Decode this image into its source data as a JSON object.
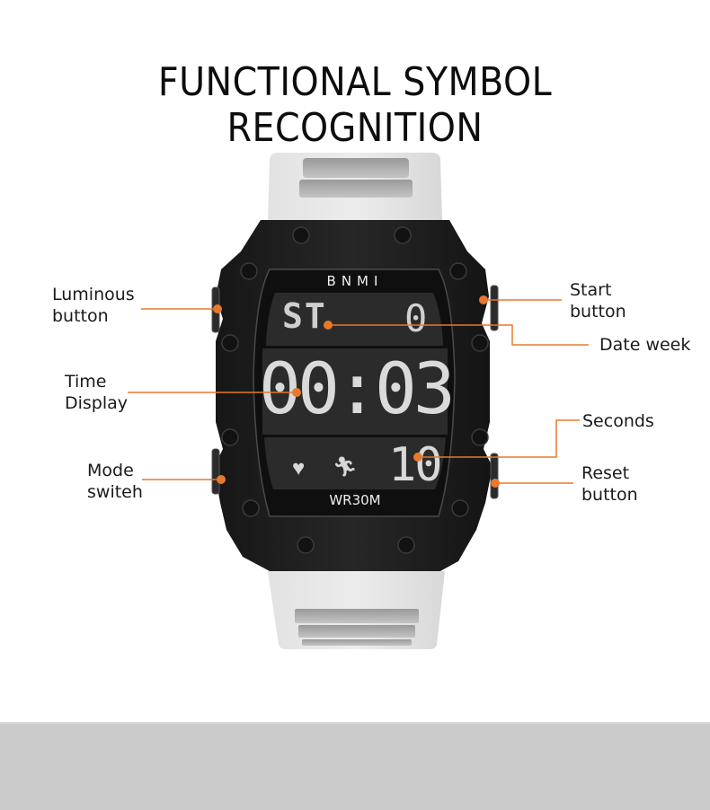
{
  "header": {
    "title": "FUNCTIONAL SYMBOL RECOGNITION"
  },
  "colors": {
    "accent": "#E8782E",
    "case": "#1e1e1e",
    "strap": "#dcdcdc",
    "lcd_bg": "#2a2a2a",
    "lcd_segment": "#d9d9d9",
    "band": "#cbcbcb"
  },
  "watch": {
    "brand": "BNMI",
    "water_resistance": "WR30M",
    "display": {
      "top_left": "ST",
      "top_right": "0",
      "main_time": "00:03",
      "seconds": "10",
      "icons": [
        "heart-rate-icon",
        "running-man-icon"
      ]
    }
  },
  "callouts": {
    "left": [
      {
        "line1": "Luminous",
        "line2": "button"
      },
      {
        "line1": "Time",
        "line2": "Display"
      },
      {
        "line1": "Mode",
        "line2": "switeh"
      }
    ],
    "right": [
      {
        "line1": "Start",
        "line2": "button"
      },
      {
        "line1": "Date week"
      },
      {
        "line1": "Seconds"
      },
      {
        "line1": "Reset",
        "line2": "button"
      }
    ]
  }
}
